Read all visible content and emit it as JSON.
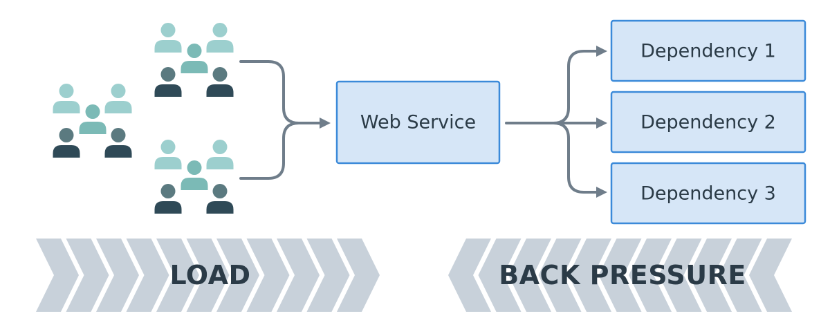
{
  "nodes": {
    "web_service": "Web Service",
    "dependencies": [
      "Dependency 1",
      "Dependency 2",
      "Dependency 3"
    ]
  },
  "banners": {
    "load": "LOAD",
    "back_pressure": "BACK PRESSURE"
  },
  "icons": {
    "user_group": "users-group-icon"
  },
  "colors": {
    "box_fill": "#d6e6f7",
    "box_border": "#3b8ad9",
    "connector": "#6f7d8a",
    "chevron": "#c8d1da",
    "text": "#2b3b47",
    "user_light": "#9ccfce",
    "user_mid": "#7bbab6",
    "user_slate": "#5b7a80",
    "user_dark": "#2f4a57"
  }
}
